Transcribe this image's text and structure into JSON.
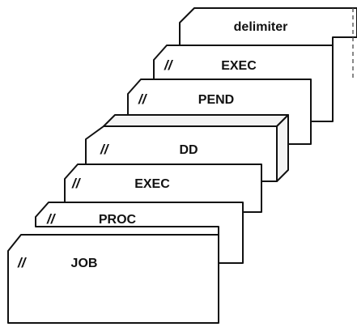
{
  "deck": {
    "cards": [
      {
        "id": "delimiter",
        "label": "delimiter",
        "slash": ""
      },
      {
        "id": "exec-2",
        "label": "EXEC",
        "slash": "//"
      },
      {
        "id": "pend",
        "label": "PEND",
        "slash": "//"
      },
      {
        "id": "dd",
        "label": "DD",
        "slash": "//"
      },
      {
        "id": "exec-1",
        "label": "EXEC",
        "slash": "//"
      },
      {
        "id": "proc",
        "label": "PROC",
        "slash": "//"
      },
      {
        "id": "job",
        "label": "JOB",
        "slash": "//"
      }
    ]
  }
}
